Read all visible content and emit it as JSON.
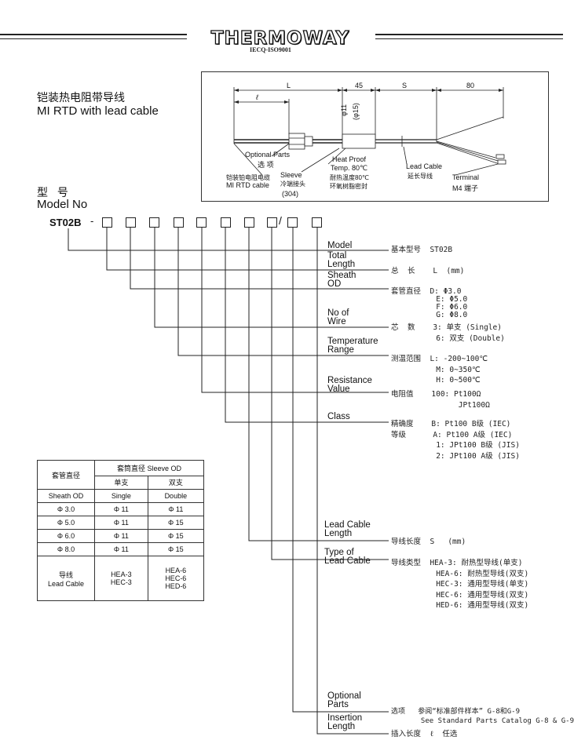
{
  "header": {
    "brand": "THERMOWAY",
    "certification": "IECQ-ISO9001"
  },
  "title": {
    "cn": "铠装热电阻带导线",
    "en": "MI RTD with lead cable"
  },
  "drawing": {
    "dim_L": "L",
    "dim_45": "45",
    "dim_S": "S",
    "dim_80": "80",
    "dim_l": "ℓ",
    "dia_11": "φ11",
    "dia_15": "(φ15)",
    "optional_parts_en": "Optional Parts",
    "optional_parts_cn": "选 项",
    "mi_rtd_cn": "铠装铂电阻电缆",
    "mi_rtd_en": "MI RTD cable",
    "sleeve_en": "Sleeve",
    "sleeve_cn": "冷端接头",
    "sleeve_mat": "(304)",
    "heat_proof_1": "Heat Proof",
    "heat_proof_2": "Temp. 80℃",
    "heat_proof_cn1": "耐热温度80℃",
    "heat_proof_cn2": "环氧树脂密封",
    "lead_cable_en": "Lead Cable",
    "lead_cable_cn": "延长导线",
    "terminal_en": "Terminal",
    "terminal_cn": "M4 端子"
  },
  "model": {
    "heading_cn": "型 号",
    "heading_en": "Model No",
    "base": "ST02B",
    "dash": "-",
    "slash": "/"
  },
  "fields": [
    {
      "label": "Model",
      "desc": "基本型号  ST02B"
    },
    {
      "label": "Total\nLength",
      "desc": "总  长    L  (mm)"
    },
    {
      "label": "Sheath\nOD",
      "desc": "套管直径  D: Φ3.0\n          E: Φ5.0\n          F: Φ6.0\n          G: Φ8.0"
    },
    {
      "label": "No of\nWire",
      "desc": "芯  数    3: 单支 (Single)\n          6: 双支 (Double)"
    },
    {
      "label": "Temperature\nRange",
      "desc": "测温范围  L: -200~100℃\n          M: 0~350℃\n          H: 0~500℃"
    },
    {
      "label": "Resistance\nValue",
      "desc": "电阻值    100: Pt100Ω\n               JPt100Ω"
    },
    {
      "label": "Class",
      "desc": "精确度    B: Pt100 B级 (IEC)\n等级      A: Pt100 A级 (IEC)\n          1: JPt100 B级 (JIS)\n          2: JPt100 A级 (JIS)"
    },
    {
      "label": "Lead Cable\nLength",
      "desc": "导线长度  S   (mm)"
    },
    {
      "label": "Type of\nLead Cable",
      "desc": "导线类型  HEA-3: 耐热型导线(单支)\n          HEA-6: 耐热型导线(双支)\n          HEC-3: 通用型导线(单支)\n          HEC-6: 通用型导线(双支)\n          HED-6: 通用型导线(双支)"
    },
    {
      "label": "Optional\nParts",
      "desc": "选项   参阅“标准部件样本” G-8和G-9\n       See Standard Parts Catalog G-8 & G-9"
    },
    {
      "label": "Insertion\nLength",
      "desc": "插入长度  ℓ  任选"
    }
  ],
  "table": {
    "h_sheath_cn": "套管直径",
    "h_sleeve": "套筒直径  Sleeve OD",
    "h_single_cn": "单支",
    "h_double_cn": "双支",
    "h_sheath_en": "Sheath OD",
    "h_single_en": "Single",
    "h_double_en": "Double",
    "rows": [
      [
        "Φ 3.0",
        "Φ 11",
        "Φ 11"
      ],
      [
        "Φ 5.0",
        "Φ 11",
        "Φ 15"
      ],
      [
        "Φ 6.0",
        "Φ 11",
        "Φ 15"
      ],
      [
        "Φ 8.0",
        "Φ 11",
        "Φ 15"
      ]
    ],
    "lead_cn": "导线",
    "lead_en": "Lead Cable",
    "lead_single": "HEA-3\nHEC-3",
    "lead_double": "HEA-6\nHEC-6\nHED-6"
  }
}
